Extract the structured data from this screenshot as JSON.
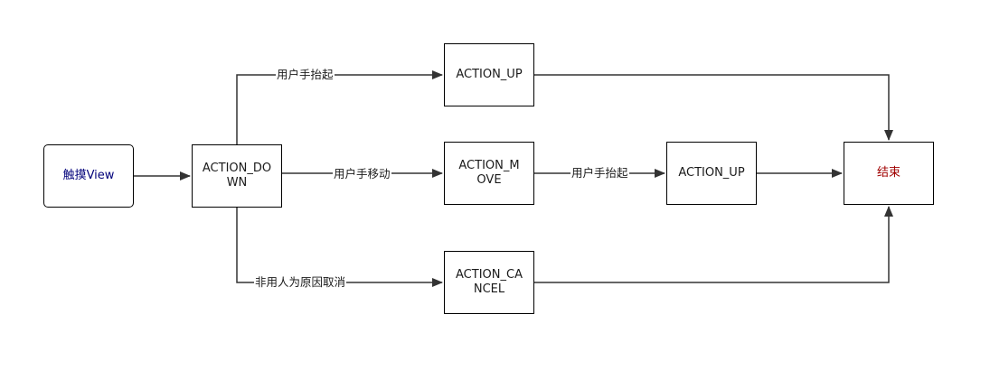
{
  "nodes": {
    "touch_view": {
      "text": "触摸View",
      "color": "#00007a"
    },
    "action_down": {
      "line1": "ACTION_DO",
      "line2": "WN"
    },
    "action_up_top": {
      "text": "ACTION_UP"
    },
    "action_move": {
      "line1": "ACTION_M",
      "line2": "OVE"
    },
    "action_up_mid": {
      "text": "ACTION_UP"
    },
    "action_cancel": {
      "line1": "ACTION_CA",
      "line2": "NCEL"
    },
    "end": {
      "text": "结束",
      "color": "#a00000"
    }
  },
  "edges": {
    "down_to_up": "用户手抬起",
    "down_to_move": "用户手移动",
    "move_to_up": "用户手抬起",
    "down_to_cancel": "非用人为原因取消"
  },
  "colors": {
    "stroke": "#333333",
    "border": "#000000"
  }
}
